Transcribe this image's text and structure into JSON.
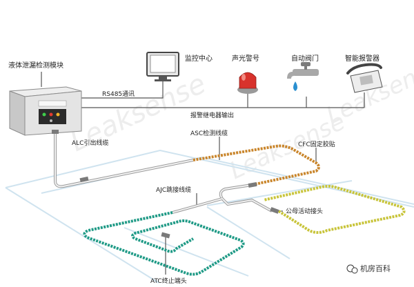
{
  "module": {
    "title": "液体泄漏检测模块"
  },
  "devices": {
    "monitor": "监控中心",
    "siren": "声光警号",
    "valve": "自动阀门",
    "phone": "智能报警器"
  },
  "links": {
    "rs485": "RS485通讯",
    "relay": "报警继电器输出"
  },
  "cables": {
    "alc": "ALC引出线缆",
    "asc": "ASC检测线缆",
    "cfc": "CFC固定胶贴",
    "ajc": "AJC跳接线缆",
    "connector": "公母活动接头",
    "atc": "ATC终止端头"
  },
  "watermark": "Leaksense",
  "credit": "机房百科",
  "colors": {
    "line": "#555555",
    "cable_orange": "#c9852b",
    "cable_yellow": "#c8c43a",
    "cable_teal": "#1f9a86",
    "floor": "#cfe3ef",
    "siren_red": "#d8322c",
    "water_blue": "#2a8fd0"
  }
}
